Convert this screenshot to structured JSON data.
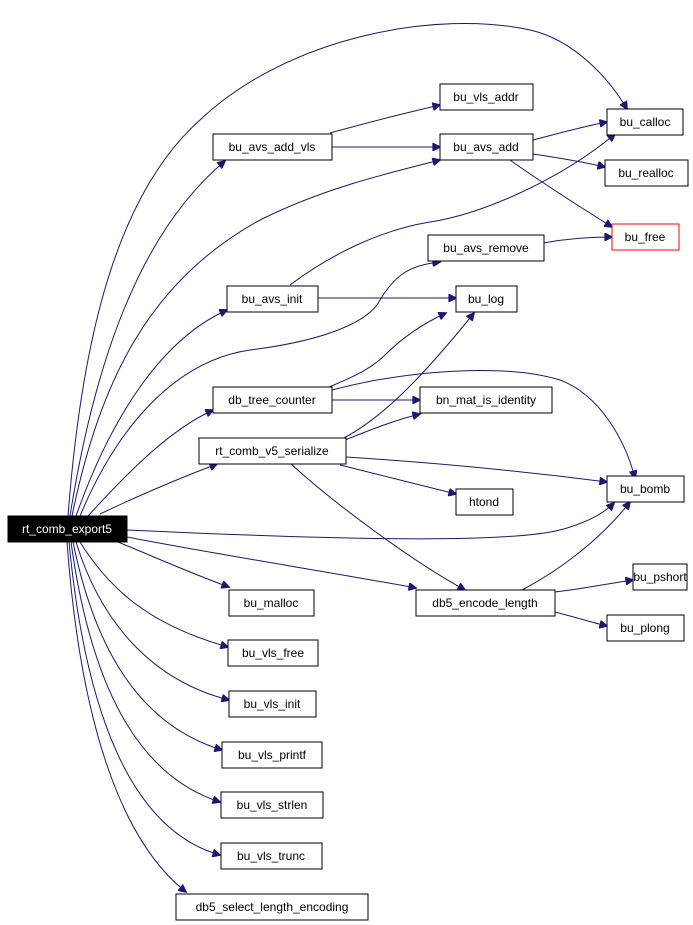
{
  "colors": {
    "edge": "#191970",
    "node_border": "#000000",
    "external_border": "#ff0000",
    "root_fill": "#000000",
    "root_text": "#ffffff"
  },
  "nodes": {
    "rt_comb_export5": "rt_comb_export5",
    "bu_avs_add_vls": "bu_avs_add_vls",
    "bu_vls_addr": "bu_vls_addr",
    "bu_avs_add": "bu_avs_add",
    "bu_calloc": "bu_calloc",
    "bu_realloc": "bu_realloc",
    "bu_free": "bu_free",
    "bu_avs_remove": "bu_avs_remove",
    "bu_avs_init": "bu_avs_init",
    "bu_log": "bu_log",
    "db_tree_counter": "db_tree_counter",
    "bn_mat_is_identity": "bn_mat_is_identity",
    "rt_comb_v5_serialize": "rt_comb_v5_serialize",
    "htond": "htond",
    "bu_bomb": "bu_bomb",
    "bu_malloc": "bu_malloc",
    "db5_encode_length": "db5_encode_length",
    "bu_pshort": "bu_pshort",
    "bu_plong": "bu_plong",
    "bu_vls_free": "bu_vls_free",
    "bu_vls_init": "bu_vls_init",
    "bu_vls_printf": "bu_vls_printf",
    "bu_vls_strlen": "bu_vls_strlen",
    "bu_vls_trunc": "bu_vls_trunc",
    "db5_select_length_encoding": "db5_select_length_encoding"
  }
}
